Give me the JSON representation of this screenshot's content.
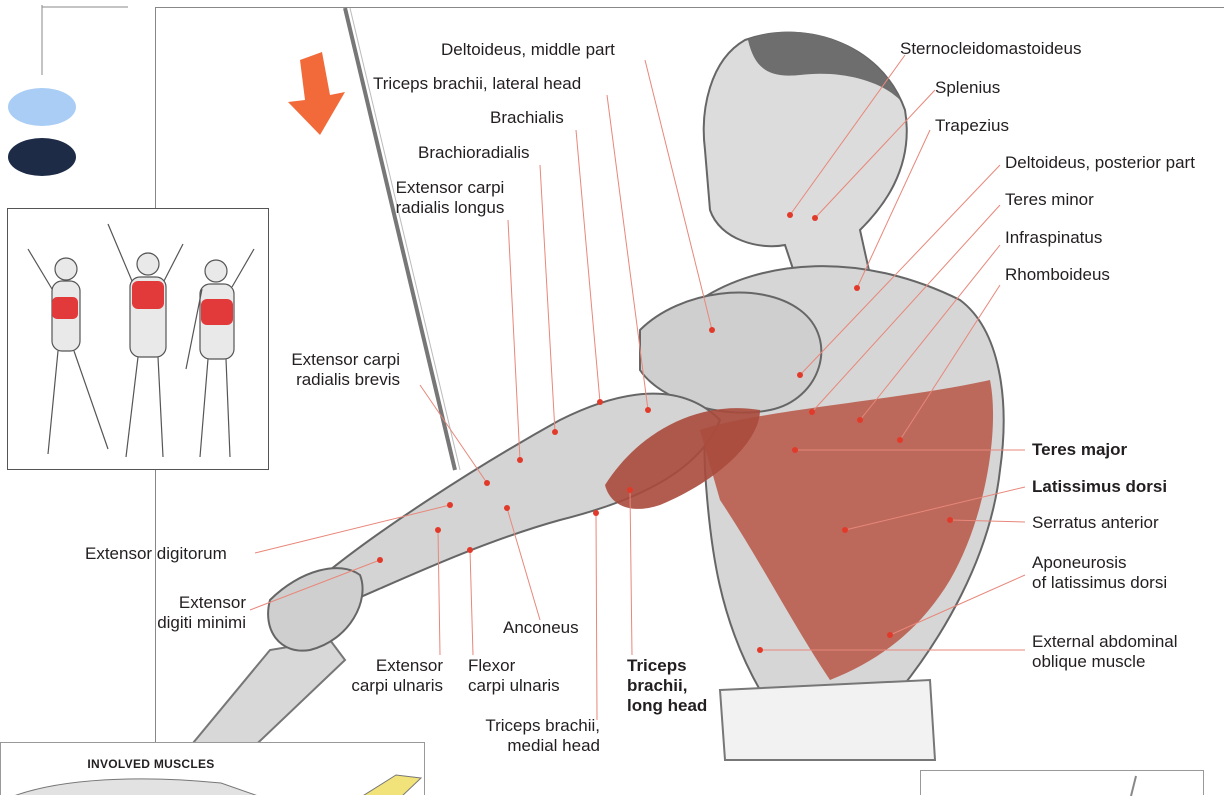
{
  "labels": {
    "deltoideus_middle": "Deltoideus, middle part",
    "triceps_lateral": "Triceps brachii, lateral head",
    "brachialis": "Brachialis",
    "brachioradialis": "Brachioradialis",
    "ecrl_1": "Extensor carpi",
    "ecrl_2": "radialis longus",
    "ecrb_1": "Extensor carpi",
    "ecrb_2": "radialis brevis",
    "extensor_digitorum": "Extensor digitorum",
    "edm_1": "Extensor",
    "edm_2": "digiti minimi",
    "ecu_1": "Extensor",
    "ecu_2": "carpi ulnaris",
    "fcu_1": "Flexor",
    "fcu_2": "carpi ulnaris",
    "anconeus": "Anconeus",
    "tlong_1": "Triceps",
    "tlong_2": "brachii,",
    "tlong_3": "long head",
    "tmed_1": "Triceps brachii,",
    "tmed_2": "medial head",
    "sternocleido": "Sternocleidomastoideus",
    "splenius": "Splenius",
    "trapezius": "Trapezius",
    "deltoideus_posterior": "Deltoideus, posterior part",
    "teres_minor": "Teres minor",
    "infraspinatus": "Infraspinatus",
    "rhomboideus": "Rhomboideus",
    "teres_major": "Teres major",
    "latissimus": "Latissimus dorsi",
    "serratus": "Serratus anterior",
    "apon_1": "Aponeurosis",
    "apon_2": "of latissimus dorsi",
    "ext_obl_1": "External abdominal",
    "ext_obl_2": "oblique muscle"
  },
  "involved_title": "INVOLVED MUSCLES",
  "colors": {
    "target_muscle": "#b85a4a",
    "leader_line": "#e8877a",
    "arrow": "#f26a3a",
    "legend_primary": "#a9cdf4",
    "legend_secondary": "#1d2b47"
  },
  "icons": [
    "down-arrow-icon"
  ]
}
